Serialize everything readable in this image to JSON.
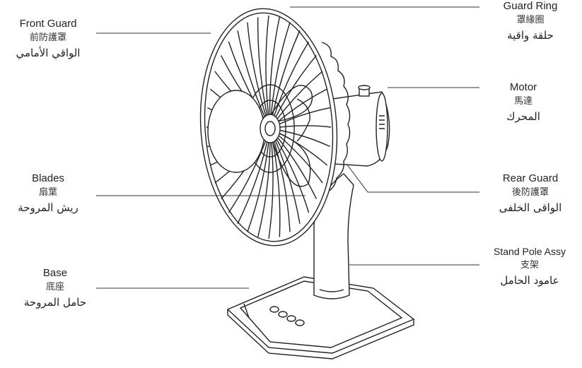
{
  "labels": {
    "front_guard": {
      "en": "Front Guard",
      "zh": "前防護罩",
      "ar": "الواقي الأمامي"
    },
    "blades": {
      "en": "Blades",
      "zh": "扇葉",
      "ar": "ريش المروحة"
    },
    "base": {
      "en": "Base",
      "zh": "底座",
      "ar": "حامل المروحة"
    },
    "guard_ring": {
      "en": "Guard Ring",
      "zh": "罩緣圈",
      "ar": "حلقة واقية"
    },
    "motor": {
      "en": "Motor",
      "zh": "馬達",
      "ar": "المحرك"
    },
    "rear_guard": {
      "en": "Rear Guard",
      "zh": "後防護罩",
      "ar": "الواقى الخلفى"
    },
    "stand_pole": {
      "en": "Stand Pole Assy",
      "zh": "支架",
      "ar": "عامود الحامل"
    }
  }
}
